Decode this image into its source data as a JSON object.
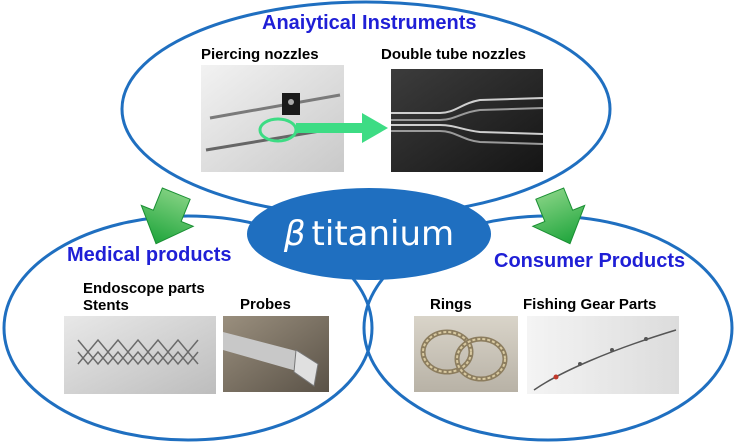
{
  "center": {
    "symbol": "β",
    "text": "titanium"
  },
  "sections": {
    "analytical": {
      "title": "Anaiytical Instruments",
      "items": [
        "Piercing nozzles",
        "Double tube nozzles"
      ]
    },
    "medical": {
      "title": "Medical products",
      "items": [
        "Endoscope parts",
        "Stents",
        "Probes"
      ]
    },
    "consumer": {
      "title": "Consumer Products",
      "items": [
        "Rings",
        "Fishing Gear Parts"
      ]
    }
  },
  "colors": {
    "circle_stroke": "#1f6fc0",
    "center_fill": "#1f6fc0",
    "title_text": "#1f1fd6",
    "arrow_green": "#2db84a",
    "highlight_arrow": "#3ddc84"
  }
}
